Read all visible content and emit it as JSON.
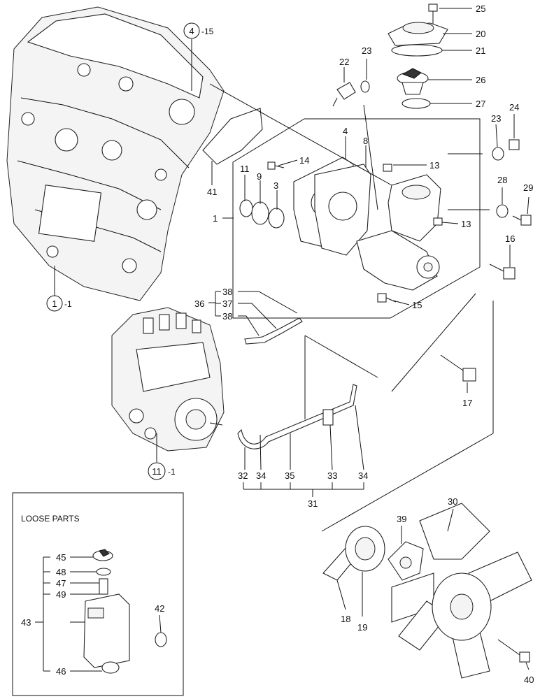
{
  "diagram": {
    "callouts": {
      "c1": "1",
      "c3": "3",
      "c4": "4",
      "c8": "8",
      "c9": "9",
      "c11": "11",
      "c13a": "13",
      "c13b": "13",
      "c14": "14",
      "c15": "15",
      "c16": "16",
      "c17": "17",
      "c18": "18",
      "c19": "19",
      "c20": "20",
      "c21": "21",
      "c22": "22",
      "c23a": "23",
      "c23b": "23",
      "c24": "24",
      "c25": "25",
      "c26": "26",
      "c27": "27",
      "c28": "28",
      "c29": "29",
      "c30": "30",
      "c31": "31",
      "c32": "32",
      "c33": "33",
      "c34a": "34",
      "c34b": "34",
      "c35": "35",
      "c36": "36",
      "c37": "37",
      "c38a": "38",
      "c38b": "38",
      "c39": "39",
      "c40": "40",
      "c41": "41",
      "c42": "42",
      "c43": "43",
      "c45": "45",
      "c46": "46",
      "c47": "47",
      "c48": "48",
      "c49": "49"
    },
    "refs": {
      "r4": {
        "circle": "4",
        "suffix": "-15"
      },
      "r1": {
        "circle": "1",
        "suffix": "-1"
      },
      "r11": {
        "circle": "11",
        "suffix": "-1"
      }
    },
    "loose_parts_title": "LOOSE PARTS"
  }
}
